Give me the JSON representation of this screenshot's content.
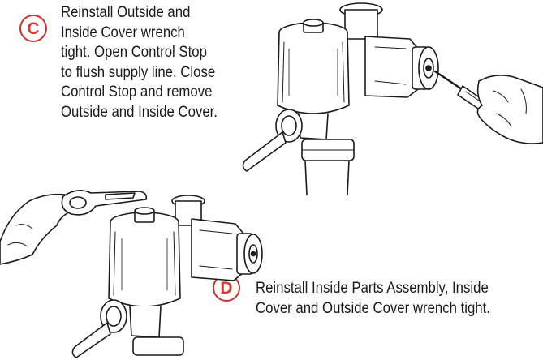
{
  "steps": [
    {
      "letter": "C",
      "lines": [
        "Reinstall Outside and",
        "Inside Cover wrench",
        "tight. Open Control Stop",
        "to flush supply line. Close",
        "Control Stop and remove",
        "Outside and Inside Cover."
      ]
    },
    {
      "letter": "D",
      "lines": [
        "Reinstall Inside Parts Assembly, Inside",
        "Cover and Outside Cover wrench tight."
      ]
    }
  ],
  "colors": {
    "badge_letter": "#d93a2f",
    "badge_border": "#c9302c",
    "line_art": "#1a1a1a"
  }
}
